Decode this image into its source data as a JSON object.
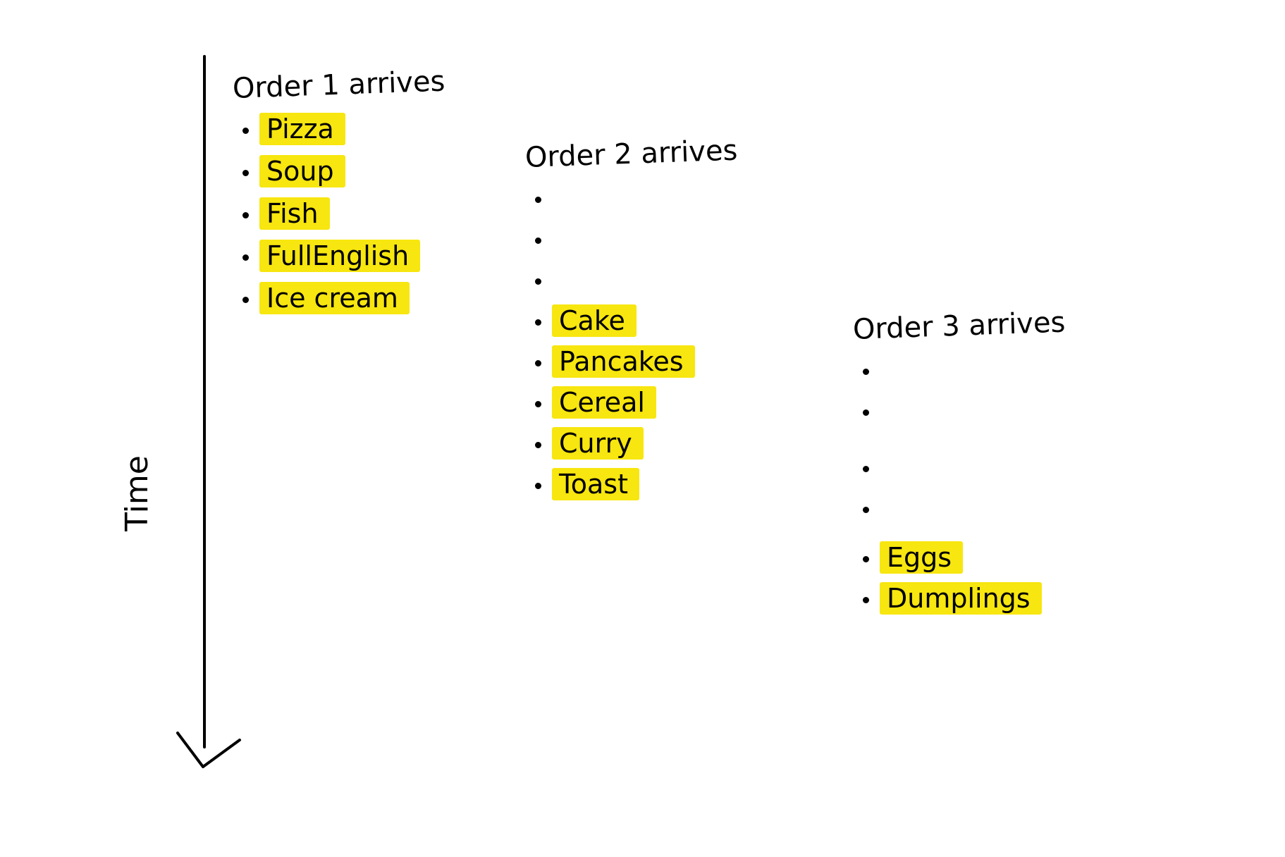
{
  "axis": {
    "label": "Time"
  },
  "highlight_color": "#f7e60f",
  "orders": [
    {
      "title": "Order 1 arrives",
      "blank_bullets": 0,
      "items": [
        "Pizza",
        "Soup",
        "Fish",
        "FullEnglish",
        "Ice cream"
      ]
    },
    {
      "title": "Order 2 arrives",
      "blank_bullets": 3,
      "items": [
        "Cake",
        "Pancakes",
        "Cereal",
        "Curry",
        "Toast"
      ]
    },
    {
      "title": "Order 3 arrives",
      "blank_bullets": 4,
      "items": [
        "Eggs",
        "Dumplings"
      ]
    }
  ]
}
